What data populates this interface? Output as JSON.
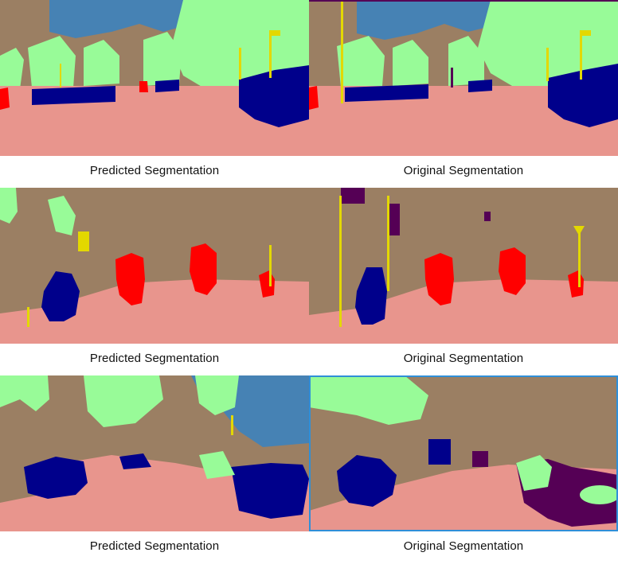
{
  "figure": {
    "rows": [
      {
        "left_caption": "Predicted Segmentation",
        "right_caption": "Original Segmentation"
      },
      {
        "left_caption": "Predicted Segmentation",
        "right_caption": "Original Segmentation"
      },
      {
        "left_caption": "Predicted Segmentation",
        "right_caption": "Original Segmentation"
      }
    ]
  },
  "palette": {
    "building": "#9b7f63",
    "vegetation": "#98fb98",
    "sky": "#4682b4",
    "road": "#e8958d",
    "car": "#00008b",
    "person": "#ff0000",
    "pole": "#e3d800",
    "misc": "#550055",
    "selection_border": "#2f8fd8"
  }
}
